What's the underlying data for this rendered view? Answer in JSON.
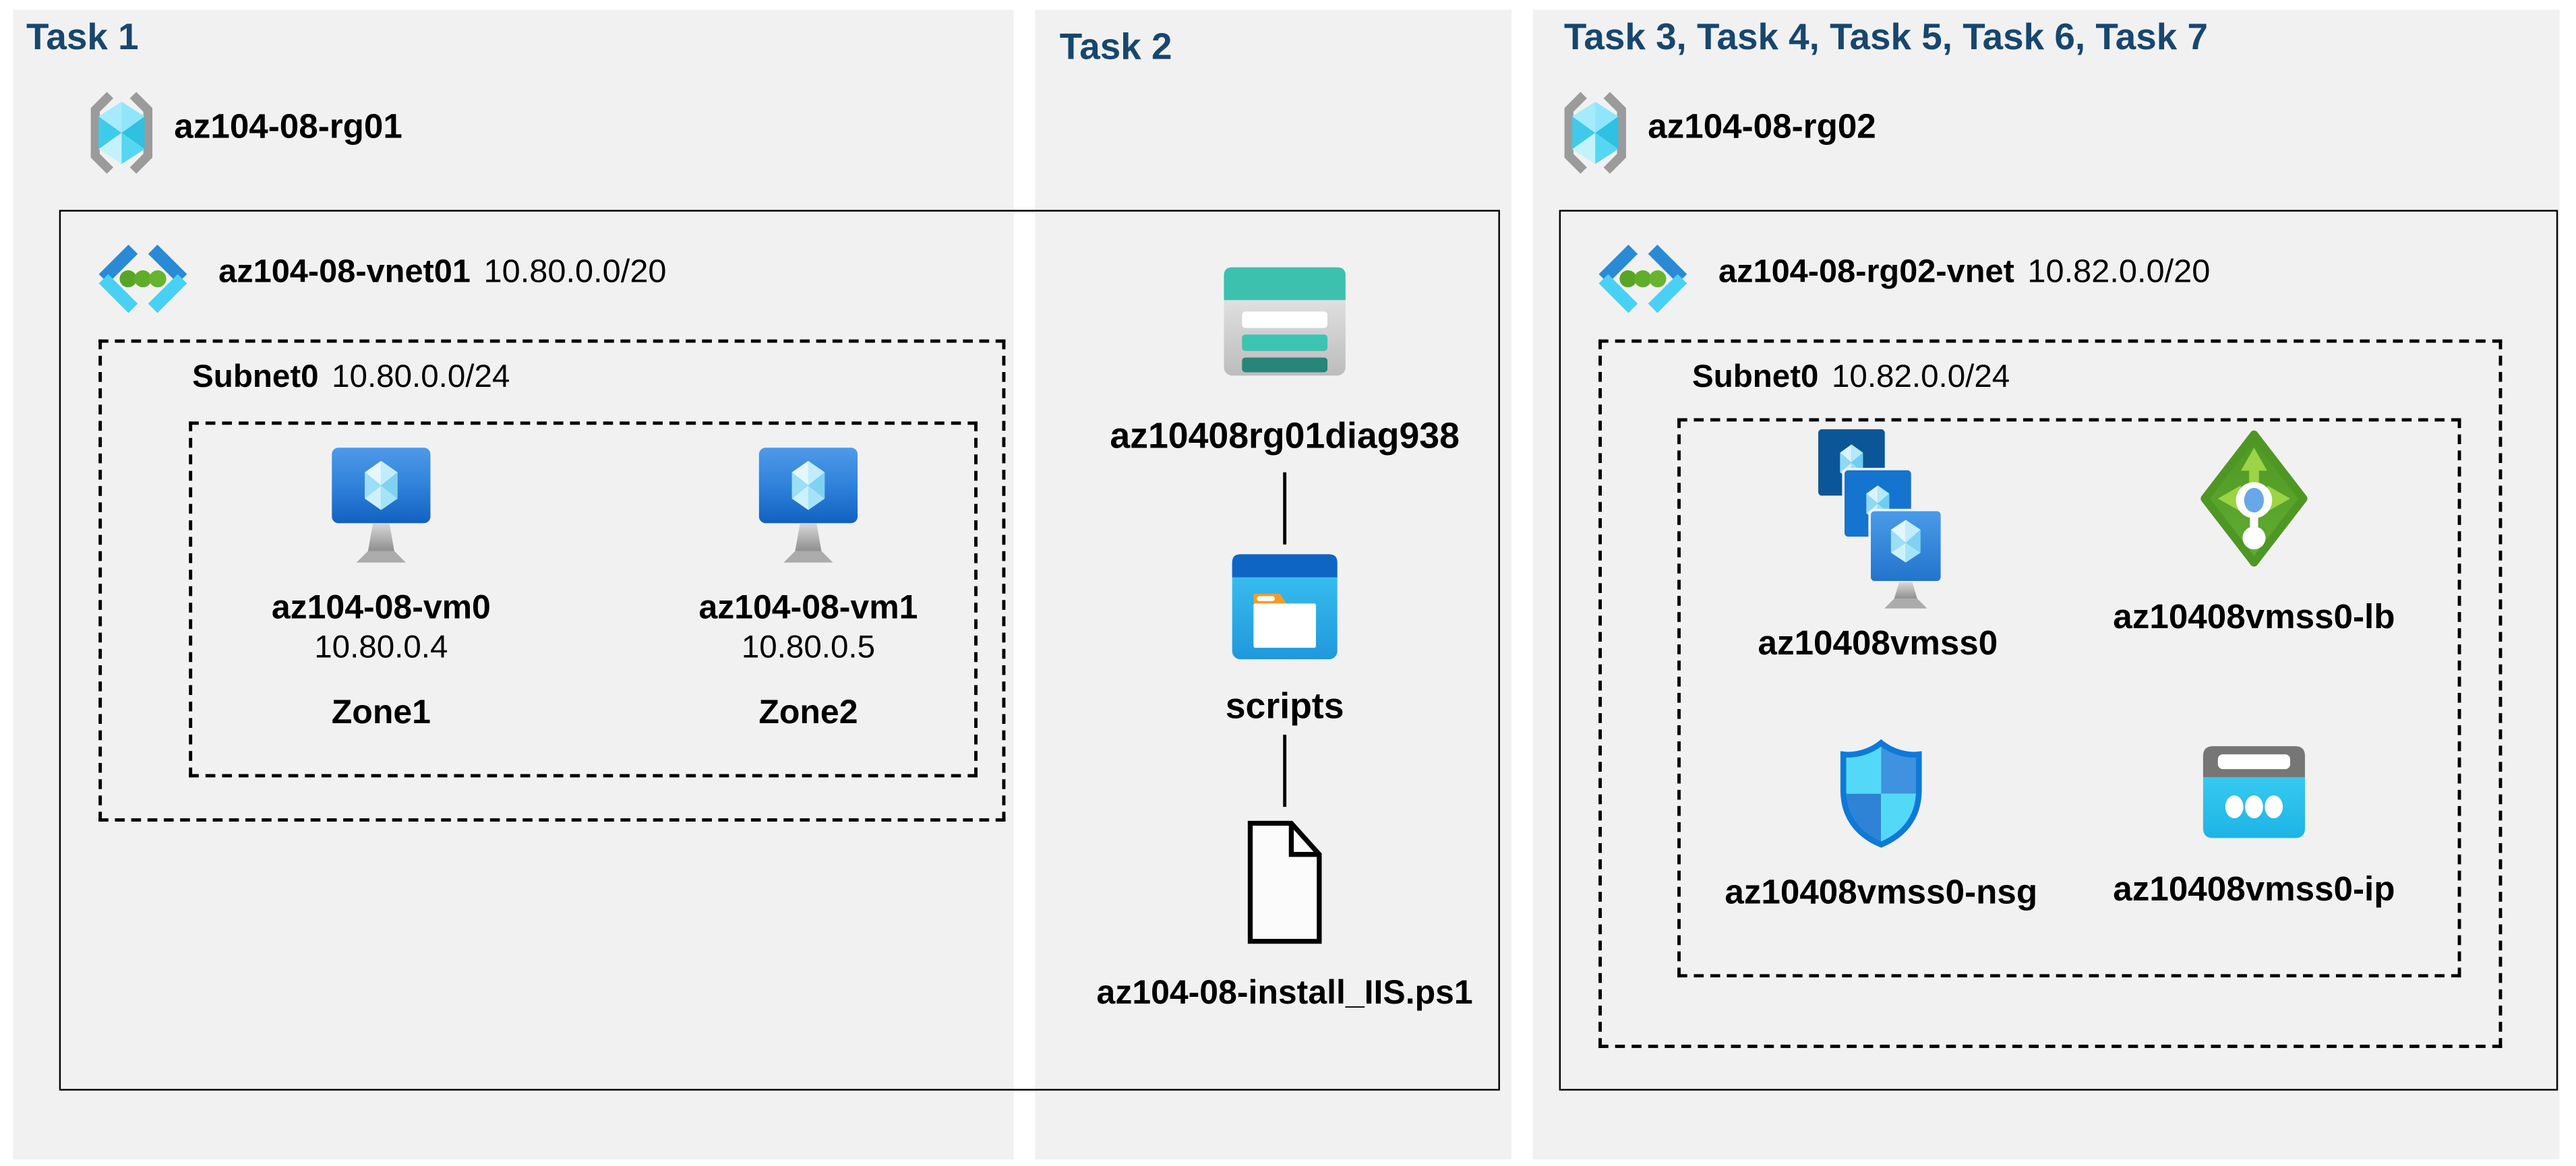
{
  "colors": {
    "panel_bg": "#f1f1f1",
    "title_text": "#17466f",
    "line": "#000000",
    "vnet_blue": "#2b8ad6",
    "vnet_cyan": "#49d1f5",
    "storage_teal": "#3bc1ae",
    "lb_green": "#55a12b",
    "nsg_blue": "#2e87d8",
    "ip_cyan": "#2fc5ee"
  },
  "icons": {
    "resource_group": "resource-group-icon",
    "virtual_network": "virtual-network-icon",
    "virtual_machine": "vm-icon",
    "storage_account": "storage-account-icon",
    "container": "folder-icon",
    "script_file": "file-icon",
    "vmss": "vmss-icon",
    "load_balancer": "load-balancer-icon",
    "nsg": "nsg-shield-icon",
    "public_ip": "public-ip-icon"
  },
  "task1": {
    "title": "Task 1",
    "resource_group": "az104-08-rg01",
    "vnet_name": "az104-08-vnet01",
    "vnet_cidr": "10.80.0.0/20",
    "subnet_name": "Subnet0",
    "subnet_cidr": "10.80.0.0/24",
    "vms": [
      {
        "name": "az104-08-vm0",
        "ip": "10.80.0.4",
        "zone": "Zone1"
      },
      {
        "name": "az104-08-vm1",
        "ip": "10.80.0.5",
        "zone": "Zone2"
      }
    ]
  },
  "task2": {
    "title": "Task 2",
    "storage_account": "az10408rg01diag938",
    "container": "scripts",
    "script_file": "az104-08-install_IIS.ps1"
  },
  "task3": {
    "title": "Task 3, Task 4, Task 5, Task 6, Task 7",
    "resource_group": "az104-08-rg02",
    "vnet_name": "az104-08-rg02-vnet",
    "vnet_cidr": "10.82.0.0/20",
    "subnet_name": "Subnet0",
    "subnet_cidr": "10.82.0.0/24",
    "vmss": "az10408vmss0",
    "load_balancer": "az10408vmss0-lb",
    "nsg": "az10408vmss0-nsg",
    "public_ip": "az10408vmss0-ip"
  }
}
